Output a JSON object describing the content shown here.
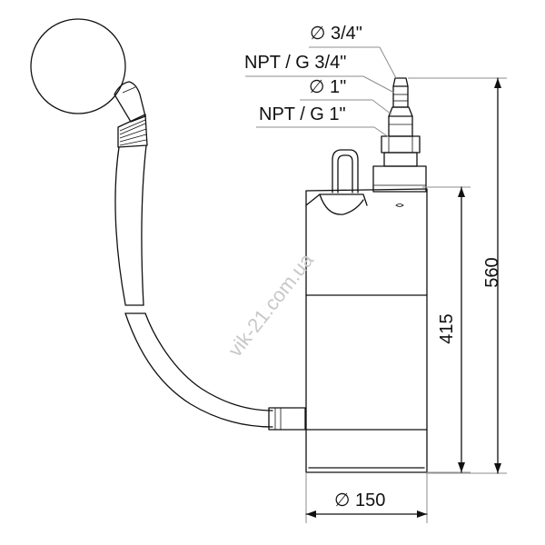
{
  "dimensions": {
    "outlet_small_diameter": "∅ 3/4\"",
    "thread_small": "NPT / G 3/4\"",
    "outlet_large_diameter": "∅ 1\"",
    "thread_large": "NPT / G 1\"",
    "total_height": "560",
    "body_height": "415",
    "body_diameter": "∅ 150"
  },
  "watermark": "vik-21.com.ua"
}
